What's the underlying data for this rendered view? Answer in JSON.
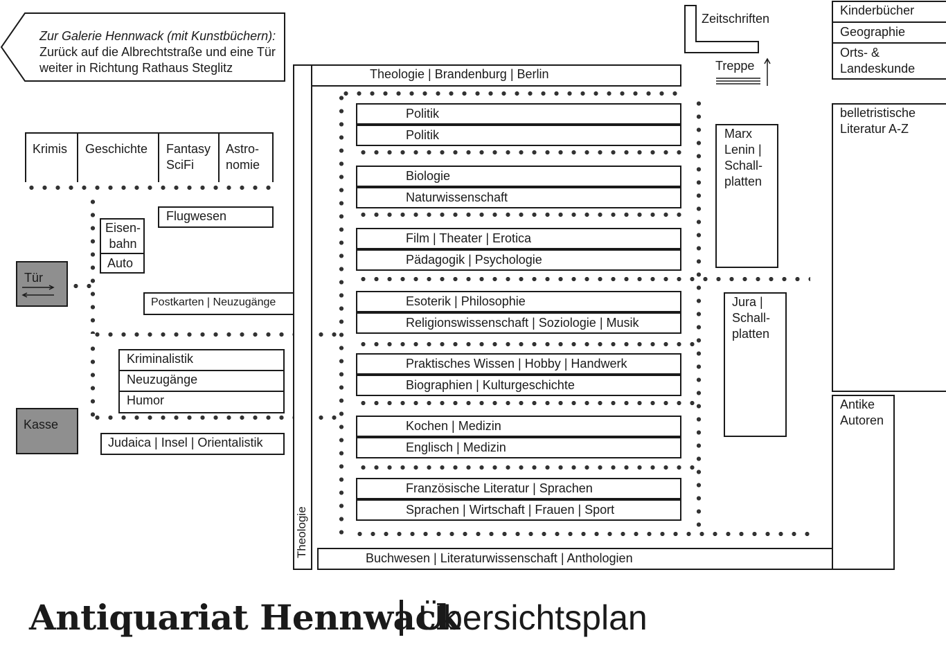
{
  "gallery_note": {
    "line1": "Zur Galerie Hennwack (mit Kunstbüchern):",
    "line2": "Zurück auf die Albrechtstraße und eine Tür",
    "line3": "weiter in Richtung Rathaus Steglitz"
  },
  "top_row": [
    "Krimis",
    "Geschichte",
    "Fantasy\nSciFi",
    "Astro-\nnomie"
  ],
  "left_area": {
    "flugwesen": "Flugwesen",
    "eisenbahn": "Eisen-\nbahn",
    "auto": "Auto",
    "postkarten": "Postkarten | Neuzugänge",
    "kriminalistik": "Kriminalistik",
    "neuzugaenge": "Neuzugänge",
    "humor": "Humor",
    "judaica": "Judaica | Insel | Orientalistik",
    "tuer": "Tür",
    "kasse": "Kasse"
  },
  "theology_vertical": "Theologie",
  "top_shelf": "Theologie | Brandenburg | Berlin",
  "bottom_shelf": "Buchwesen | Literaturwissenschaft | Anthologien",
  "center_shelves": [
    {
      "top": "Politik",
      "bottom": "Politik"
    },
    {
      "top": "Biologie",
      "bottom": "Naturwissenschaft"
    },
    {
      "top": "Film | Theater | Erotica",
      "bottom": "Pädagogik | Psychologie"
    },
    {
      "top": "Esoterik | Philosophie",
      "bottom": "Religionswissenschaft | Soziologie | Musik"
    },
    {
      "top": "Praktisches Wissen | Hobby | Handwerk",
      "bottom": "Biographien | Kulturgeschichte"
    },
    {
      "top": "Kochen | Medizin",
      "bottom": "Englisch | Medizin"
    },
    {
      "top": "Französische Literatur | Sprachen",
      "bottom": "Sprachen | Wirtschaft | Frauen | Sport"
    }
  ],
  "right_area": {
    "zeitschriften": "Zeitschriften",
    "treppe": "Treppe",
    "marx": "Marx\nLenin |\nSchall-\nplatten",
    "jura": "Jura |\nSchall-\nplatten",
    "kinderbuecher": "Kinderbücher",
    "geographie": "Geographie",
    "orts": "Orts- &\nLandeskunde",
    "belletristik": "belletristische\nLiteratur A-Z",
    "antike": "Antike\nAutoren"
  },
  "title": {
    "main": "Antiquariat Hennwack",
    "sub": "Übersichtsplan"
  }
}
